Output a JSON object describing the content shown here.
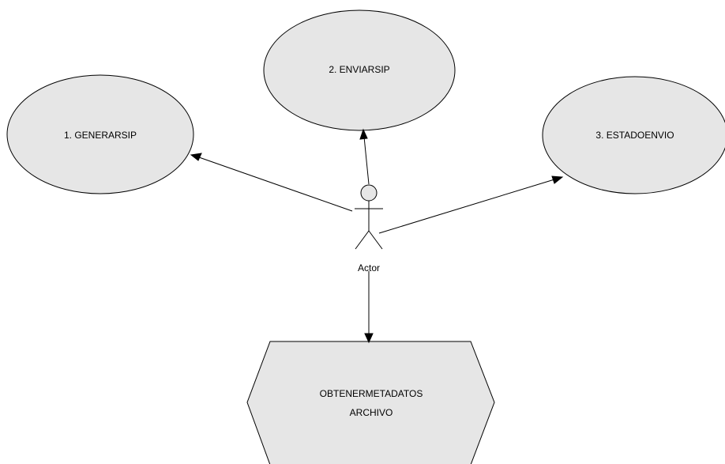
{
  "diagram": {
    "use_cases": [
      {
        "id": "generarsip",
        "label": "1. GENERARSIP"
      },
      {
        "id": "enviarsip",
        "label": "2. ENVIARSIP"
      },
      {
        "id": "estadoenvio",
        "label": "3. ESTADOENVIO"
      }
    ],
    "actor": {
      "label": "Actor"
    },
    "process": {
      "line1": "OBTENERMETADATOS",
      "line2": "ARCHIVO"
    },
    "colors": {
      "shape_fill": "#e6e6e6",
      "stroke": "#000000",
      "background": "#ffffff"
    }
  }
}
